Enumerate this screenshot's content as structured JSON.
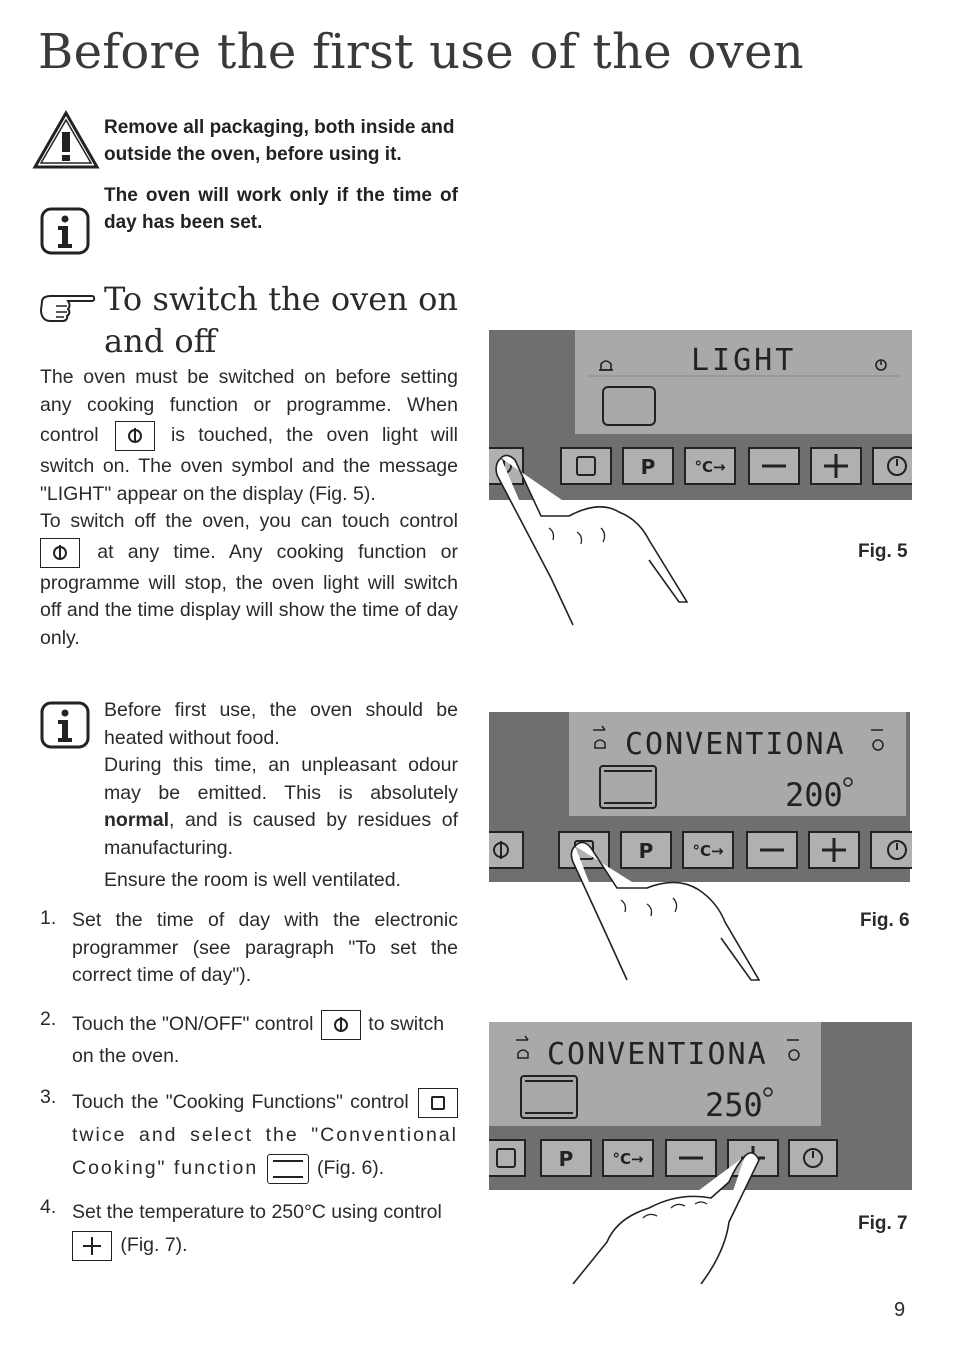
{
  "page": {
    "title": "Before the first use of the oven",
    "page_number": "9"
  },
  "notes": {
    "warning_text": "Remove all packaging, both inside and outside the oven, before using it.",
    "info_text": "The oven will work only if the time of day has been set."
  },
  "section": {
    "heading": "To switch the oven on and off",
    "para1_a": "The oven must be switched on before setting any cooking function or programme. When control",
    "para1_b": "is touched, the oven light will switch on. The oven symbol and the message \"LIGHT\" appear on the display (Fig. 5).",
    "para2_a": "To switch off the oven, you can touch control",
    "para2_b": "at any time. Any cooking function or programme will stop, the oven light will switch off and the time display will show the time of day only."
  },
  "first_use_note": {
    "text1": "Before first use, the oven should be heated without food.",
    "text2_a": "During this time, an unpleasant odour may be emitted. This is absolutely",
    "text2_bold": "normal",
    "text2_b": ", and is caused by residues of manufacturing.",
    "text3": "Ensure the room is well ventilated."
  },
  "steps": [
    {
      "num": "1.",
      "text": "Set the time of day with the electronic programmer (see paragraph \"To set the correct time of day\")."
    },
    {
      "num": "2.",
      "text_a": "Touch the \"ON/OFF\" control",
      "text_b": "to switch on the oven."
    },
    {
      "num": "3.",
      "text_a": "Touch the \"Cooking Functions\" control",
      "text_b": "twice and select the \"Conventional Cooking\" function",
      "text_c": "(Fig. 6)."
    },
    {
      "num": "4.",
      "text_a": "Set the temperature to 250°C using control",
      "text_b": "(Fig. 7)."
    }
  ],
  "figures": [
    {
      "label": "Fig. 5",
      "display_text": "LIGHT",
      "temperature": ""
    },
    {
      "label": "Fig. 6",
      "display_text": "CONVENTIONA",
      "temperature": "200"
    },
    {
      "label": "Fig. 7",
      "display_text": "CONVENTIONA",
      "temperature": "250"
    }
  ],
  "panel_buttons": [
    "on-off",
    "cooking-functions",
    "P",
    "°C→",
    "−",
    "+",
    "clock"
  ],
  "colors": {
    "panel_dark": "#6f6f6f",
    "display_bg": "#a9a9a9",
    "button_bg": "#b0b0b0"
  }
}
